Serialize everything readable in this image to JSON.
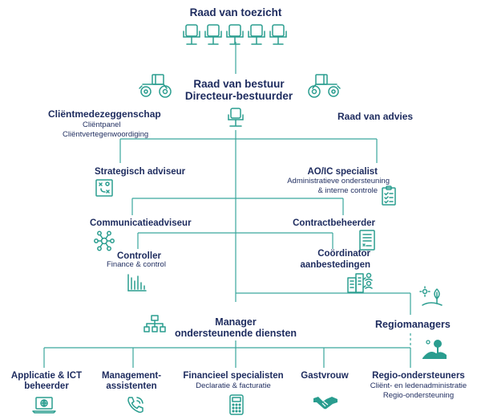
{
  "top": {
    "toezicht": "Raad van toezicht",
    "bestuur_line1": "Raad van bestuur",
    "bestuur_line2": "Directeur-bestuurder",
    "medezeggenschap": "Cliëntmedezeggenschap",
    "clientpanel": "Cliëntpanel",
    "clientvertegenwoordiging": "Cliëntvertegenwoordiging",
    "advies": "Raad van advies"
  },
  "staff": {
    "strategisch": "Strategisch adviseur",
    "aoic_title": "AO/IC specialist",
    "aoic_sub1": "Administratieve ondersteuning",
    "aoic_sub2": "& interne controle",
    "communicatie": "Communicatieadviseur",
    "contract": "Contractbeheerder",
    "controller": "Controller",
    "controller_sub": "Finance & control",
    "coordinator_line1": "Coördinator",
    "coordinator_line2": "aanbestedingen"
  },
  "middle": {
    "manager_line1": "Manager",
    "manager_line2": "ondersteunende diensten",
    "regiomanagers": "Regiomanagers"
  },
  "bottom": {
    "applicatie_line1": "Applicatie & ICT",
    "applicatie_line2": "beheerder",
    "management_line1": "Management-",
    "management_line2": "assistenten",
    "financieel": "Financieel specialisten",
    "financieel_sub": "Declaratie & facturatie",
    "gastvrouw": "Gastvrouw",
    "regio_title": "Regio-ondersteuners",
    "regio_sub1": "Cliënt- en ledenadministratie",
    "regio_sub2": "Regio-ondersteuning"
  },
  "colors": {
    "text": "#1d2b5e",
    "accent": "#2a9d8f"
  }
}
